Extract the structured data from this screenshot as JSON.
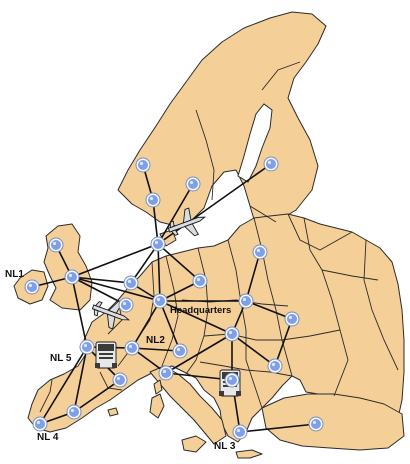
{
  "labels": {
    "nl1": "NL1",
    "nl2": "NL2",
    "nl3": "NL 3",
    "nl4": "NL 4",
    "nl5": "NL 5",
    "hq": "Headquarters"
  },
  "icons": {
    "node": "network-node-icon",
    "plane": "airplane-icon",
    "truck": "truck-icon"
  },
  "colors": {
    "land": "#f5cf98",
    "border": "#2b2b2b",
    "node": "#7f9fe6",
    "link": "#111111"
  }
}
